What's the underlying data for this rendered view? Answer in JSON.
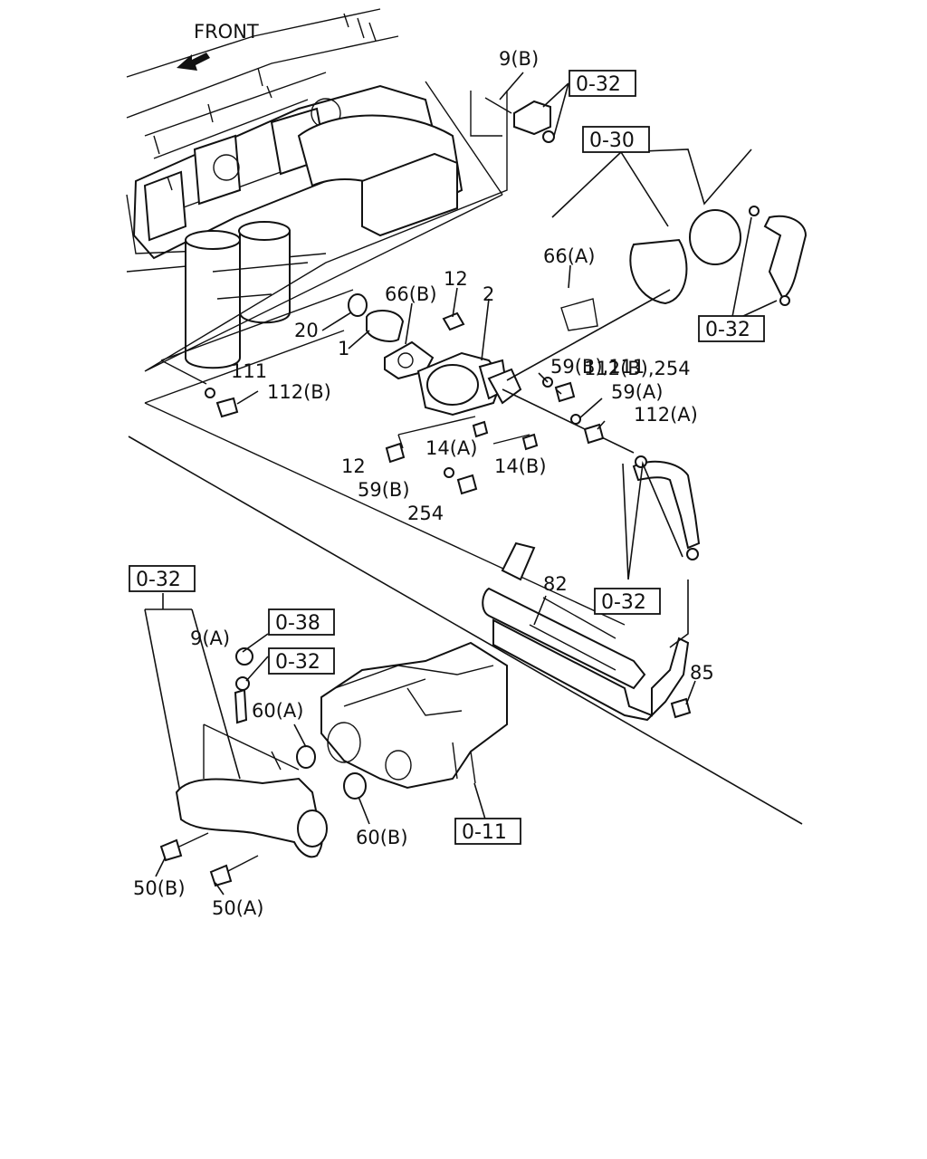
{
  "front_label": "FRONT",
  "refs": {
    "r_032_top": "0-32",
    "r_030": "0-30",
    "r_032_right": "0-32",
    "r_032_left": "0-32",
    "r_038": "0-38",
    "r_032_mid": "0-32",
    "r_032_hose": "0-32",
    "r_011": "0-11"
  },
  "labels": {
    "p9b": "9(B)",
    "p66a": "66(A)",
    "p12_top": "12",
    "p66b": "66(B)",
    "p2": "2",
    "p20": "20",
    "p1": "1",
    "p59b_111": "59(B),111",
    "p112b_254": "112(B),254",
    "p59a": "59(A)",
    "p112a": "112(A)",
    "p111": "111",
    "p112b": "112(B)",
    "p14a": "14(A)",
    "p14b": "14(B)",
    "p12_low": "12",
    "p59b": "59(B)",
    "p254": "254",
    "p82": "82",
    "p85": "85",
    "p9a": "9(A)",
    "p60a": "60(A)",
    "p60b": "60(B)",
    "p50b": "50(B)",
    "p50a": "50(A)"
  }
}
